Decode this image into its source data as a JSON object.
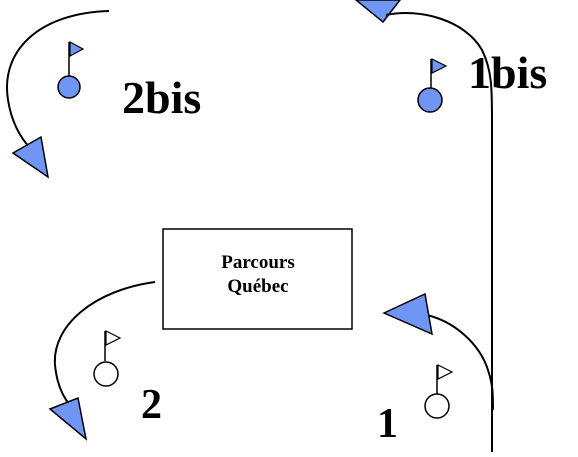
{
  "colors": {
    "blue_fill": "#6f95f5",
    "stroke": "#000000",
    "background": "#ffffff",
    "white_fill": "#ffffff"
  },
  "center_box": {
    "line1": "Parcours",
    "line2": "Québec"
  },
  "holes": [
    {
      "id": "hole-2bis",
      "label": "2bis",
      "ball_color": "blue"
    },
    {
      "id": "hole-1bis",
      "label": "1bis",
      "ball_color": "blue"
    },
    {
      "id": "hole-2",
      "label": "2",
      "ball_color": "white"
    },
    {
      "id": "hole-1",
      "label": "1",
      "ball_color": "white"
    }
  ]
}
